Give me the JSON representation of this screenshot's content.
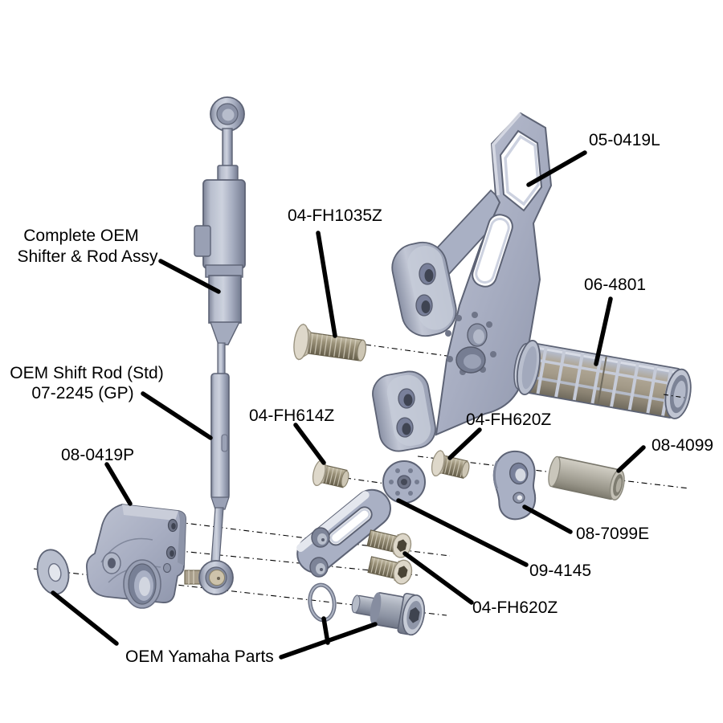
{
  "diagram": {
    "type": "exploded-parts-diagram",
    "labels": {
      "main_bracket": "05-0419L",
      "oem_shifter_line1": "Complete OEM",
      "oem_shifter_line2": "Shifter & Rod Assy",
      "bolt_fh1035z": "04-FH1035Z",
      "footpeg": "06-4801",
      "shift_rod_line1": "OEM Shift Rod (Std)",
      "shift_rod_line2": "07-2245 (GP)",
      "mount_bracket": "08-0419P",
      "bolt_fh614z": "04-FH614Z",
      "bolt_fh620z_top": "04-FH620Z",
      "spacer": "08-4099",
      "heel_plate": "08-7099E",
      "shift_arm": "09-4145",
      "bolt_fh620z_bottom": "04-FH620Z",
      "oem_yamaha": "OEM Yamaha Parts"
    },
    "colors": {
      "background": "#ffffff",
      "metal_blue_gray": "#a9b0c4",
      "metal_highlight": "#ced3e0",
      "metal_shadow": "#767d92",
      "knurl_tan": "#a39a88",
      "bolt_tan": "#9a9178",
      "bolt_head_tan": "#ded8ca",
      "outline": "#5d6375",
      "label_text": "#000000",
      "leader_line": "#000000"
    }
  }
}
